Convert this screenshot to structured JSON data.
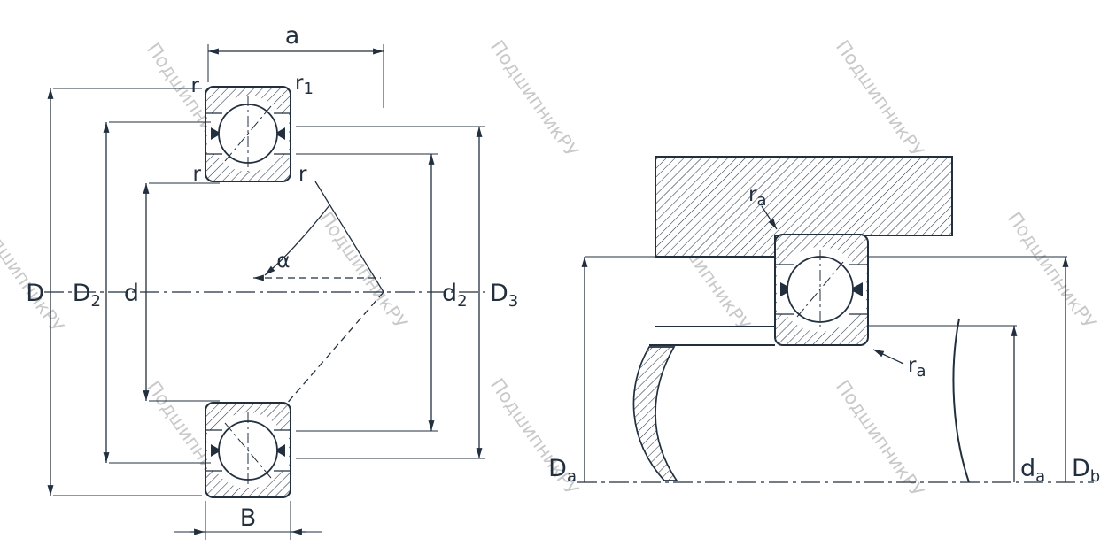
{
  "watermark": {
    "text": "ПодшипникРУ"
  },
  "colors": {
    "line": "#222f3e",
    "watermark": "#c9c9c9",
    "background": "#ffffff"
  },
  "left_view": {
    "labels": {
      "a": "a",
      "r1": {
        "base": "r",
        "sub": "1"
      },
      "r_top_left": "r",
      "r_mid_left": "r",
      "r_mid_right": "r",
      "alpha": "α",
      "D": "D",
      "D2": {
        "base": "D",
        "sub": "2"
      },
      "d": "d",
      "d2": {
        "base": "d",
        "sub": "2"
      },
      "D3": {
        "base": "D",
        "sub": "3"
      },
      "B": "B"
    }
  },
  "right_view": {
    "labels": {
      "ra_top": {
        "base": "r",
        "sub": "a"
      },
      "ra_bottom": {
        "base": "r",
        "sub": "a"
      },
      "Da": {
        "base": "D",
        "sub": "a"
      },
      "da": {
        "base": "d",
        "sub": "a"
      },
      "Db": {
        "base": "D",
        "sub": "b"
      }
    }
  }
}
